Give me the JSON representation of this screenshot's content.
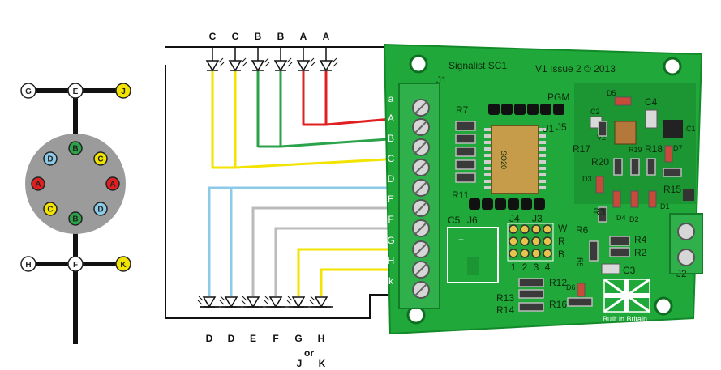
{
  "colors": {
    "pcb": "#21a83a",
    "pcb_dark": "#138a2a",
    "terminal": "#2fb04a",
    "wire_red": "#e02020",
    "wire_green": "#2ca24a",
    "wire_yellow": "#f2e300",
    "wire_blue": "#8ccbe8",
    "wire_grey": "#bbbbbb",
    "black": "#111111"
  },
  "signal_head": {
    "top_row": [
      "G",
      "E",
      "J"
    ],
    "bottom_row": [
      "H",
      "F",
      "K"
    ],
    "ring": [
      {
        "letter": "D",
        "color": "#8ccbe8"
      },
      {
        "letter": "B",
        "color": "#2ca24a"
      },
      {
        "letter": "C",
        "color": "#f2e300"
      },
      {
        "letter": "A",
        "color": "#e02020"
      },
      {
        "letter": "A",
        "color": "#e02020"
      },
      {
        "letter": "C",
        "color": "#f2e300"
      },
      {
        "letter": "B",
        "color": "#2ca24a"
      },
      {
        "letter": "D",
        "color": "#8ccbe8"
      }
    ]
  },
  "top_leds": [
    "C",
    "C",
    "B",
    "B",
    "A",
    "A"
  ],
  "bottom_leds": [
    "D",
    "D",
    "E",
    "F",
    "G",
    "H"
  ],
  "bottom_note": {
    "or": "or",
    "j": "J",
    "k": "K"
  },
  "terminal_labels": [
    "a",
    "A",
    "B",
    "C",
    "D",
    "E",
    "F",
    "G",
    "H",
    "k"
  ],
  "board": {
    "title": "Signalist SC1",
    "issue": "V1 Issue 2 © 2013",
    "j1": "J1",
    "pgm": "PGM",
    "u1": "U1",
    "j5": "J5",
    "chip": "SO20",
    "r7": "R7",
    "r11": "R11",
    "c5": "C5",
    "j6": "J6",
    "j4": "J4",
    "j3": "J3",
    "w": "W",
    "r": "R",
    "b": "B",
    "jumper_nums": [
      "1",
      "2",
      "3",
      "4"
    ],
    "c2": "C2",
    "d5": "D5",
    "c4": "C4",
    "v2": "V2",
    "c1": "C1",
    "r17": "R17",
    "r19": "R19",
    "r18": "R18",
    "d7": "D7",
    "r20": "R20",
    "d3": "D3",
    "r15": "R15",
    "r3": "R3",
    "d4": "D4",
    "d2": "D2",
    "d1": "D1",
    "r6": "R6",
    "r4": "R4",
    "r2": "R2",
    "r5": "R5",
    "c3": "C3",
    "j2": "J2",
    "r12": "R12",
    "r13": "R13",
    "r14": "R14",
    "r16": "R16",
    "d6": "D6",
    "built": "Built in Britain"
  }
}
